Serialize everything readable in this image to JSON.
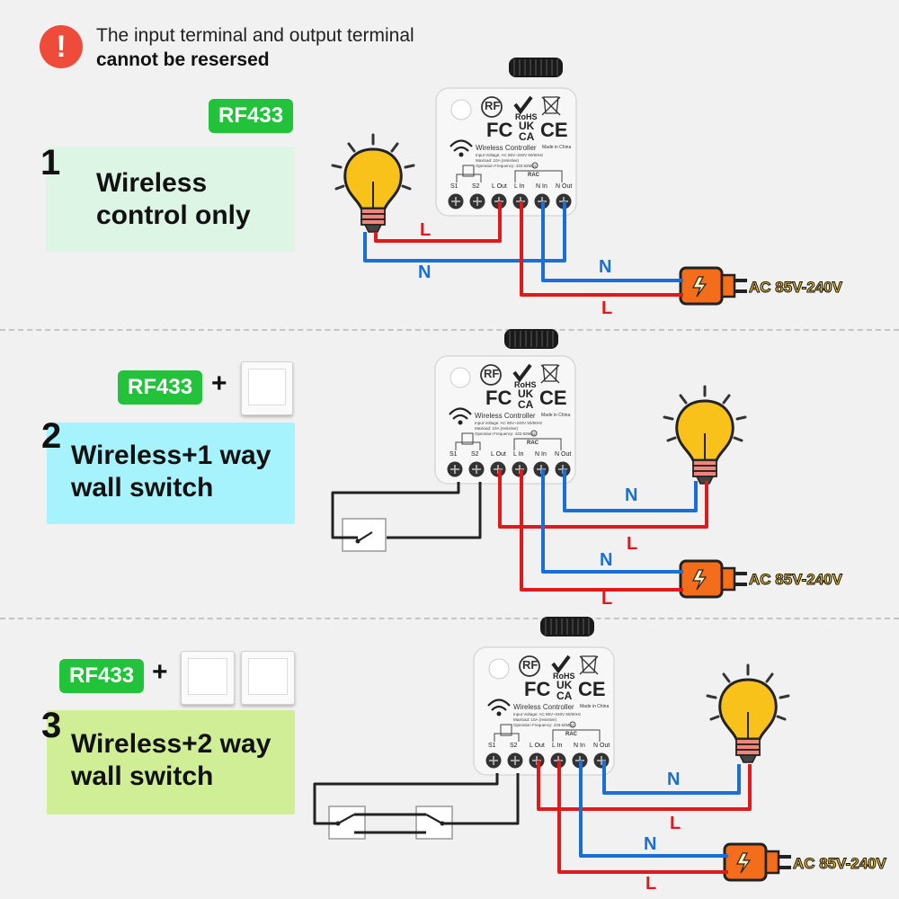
{
  "warning": {
    "icon": "!",
    "line1": "The input terminal and output terminal",
    "line2": "cannot be resersed"
  },
  "colors": {
    "badge_green": "#22c33a",
    "panel1": "#dcf5e4",
    "panel2": "#a7f3fd",
    "panel3": "#cfee96",
    "wire_live": "#e01a1a",
    "wire_neutral": "#1a6fd6",
    "bulb": "#f9c21a",
    "plug": "#f36d1b"
  },
  "sections": [
    {
      "number": "1",
      "badge": "RF433",
      "plus": "",
      "title_line1": "Wireless",
      "title_line2": "control only"
    },
    {
      "number": "2",
      "badge": "RF433",
      "plus": "+",
      "title_line1": "Wireless+1 way",
      "title_line2": "wall switch"
    },
    {
      "number": "3",
      "badge": "RF433",
      "plus": "+",
      "title_line1": "Wireless+2 way",
      "title_line2": "wall switch"
    }
  ],
  "wire_labels": {
    "live": "L",
    "neutral": "N"
  },
  "power_label": "AC 85V-240V",
  "controller": {
    "rf": "RF",
    "rohs": "RoHS",
    "fc": "FC",
    "ukca_top": "UK",
    "ukca_bottom": "CA",
    "ce": "CE",
    "name": "Wireless Controller",
    "made_in": "Made in China",
    "spec1": "Input Voltage: AC 85V~240V 50/60Hz",
    "spec2": "Maxload: 10A (resistive)",
    "spec3": "Operation Frequency: 433.92MHz",
    "rac": "RAC",
    "terminals": [
      "S1",
      "S2",
      "L Out",
      "L In",
      "N In",
      "N Out"
    ]
  }
}
